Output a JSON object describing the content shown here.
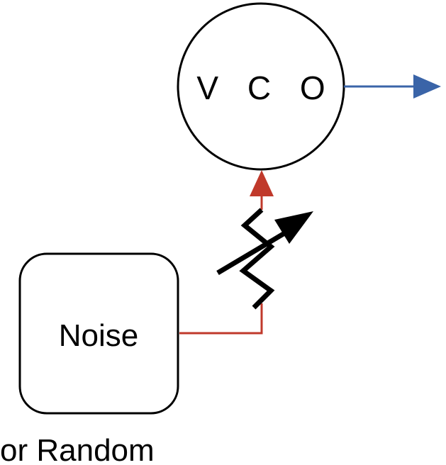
{
  "nodes": {
    "vco": {
      "label": "V C O"
    },
    "noise": {
      "label": "Noise"
    }
  },
  "caption": "or Random",
  "components": {
    "resistor": {
      "type": "variable-resistor-icon"
    }
  },
  "colors": {
    "control_path": "#c0392b",
    "output_arrow": "#3a64a8",
    "outline": "#000000",
    "background": "#ffffff"
  }
}
